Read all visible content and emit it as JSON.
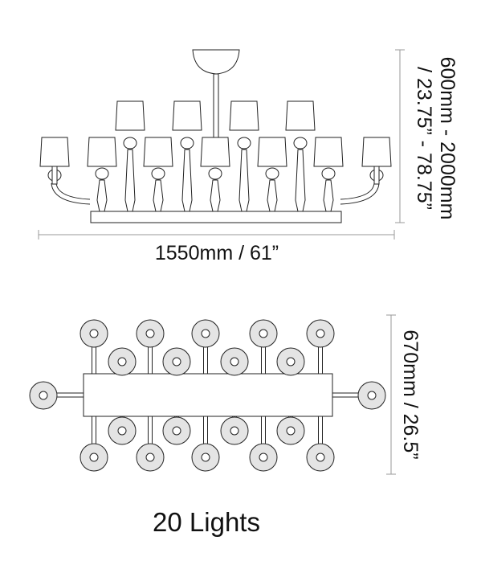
{
  "front_view": {
    "width_label": "1550mm / 61”",
    "height_label_line1": "600mm - 2000mm",
    "height_label_line2": "/ 23.75” - 78.75”"
  },
  "top_view": {
    "depth_label": "670mm / 26.5”"
  },
  "caption": "20 Lights"
}
